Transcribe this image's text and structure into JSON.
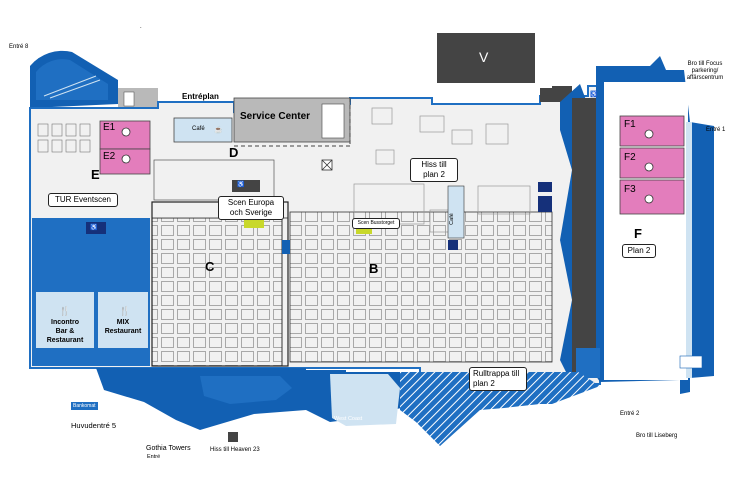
{
  "colors": {
    "hall": "#f1f1f1",
    "blue_dark": "#1260b3",
    "blue_mid": "#1f6fc2",
    "blue_light": "#cfe3f2",
    "navy": "#15307a",
    "pink": "#e37dbc",
    "lime": "#c8d82b",
    "gray_dark": "#444444",
    "gray_mid": "#b9b9b9",
    "stripe": "#1f6fc2"
  },
  "halls": {
    "c": "C",
    "b": "B",
    "d": "D",
    "e": "E",
    "f": "F",
    "v": "V"
  },
  "rooms": {
    "e1": "E1",
    "e2": "E2",
    "f1": "F1",
    "f2": "F2",
    "f3": "F3"
  },
  "labels": {
    "entreplan": "Entréplan",
    "service_center": "Service Center",
    "cafe": "Café",
    "tur_eventscen": "TUR Eventscen",
    "scen_europa": "Scen Europa och Sverige",
    "scen_busstorget": "Scen Busstorget",
    "hiss_plan2": "Hiss till plan 2",
    "plan2": "Plan 2",
    "rulltrappa": "Rulltrappa till plan 2",
    "incontro": "Incontro Bar & Restaurant",
    "mix": "MIX Restaurant",
    "west_coast": "West Coast",
    "bankomat": "Bankomat",
    "huvudentre": "Huvudentré 5",
    "gothia": "Gothia Towers",
    "gothia_entre": "Entré",
    "hiss_heaven": "Hiss till Heaven 23",
    "entre8": "Entré 8",
    "entre1": "Entré 1",
    "entre2": "Entré 2",
    "bro_focus": "Bro till Focus parkering/ affärscentrum",
    "bro_liseberg": "Bro till Liseberg",
    "cafe_vertical": "Café",
    "dot": "."
  }
}
